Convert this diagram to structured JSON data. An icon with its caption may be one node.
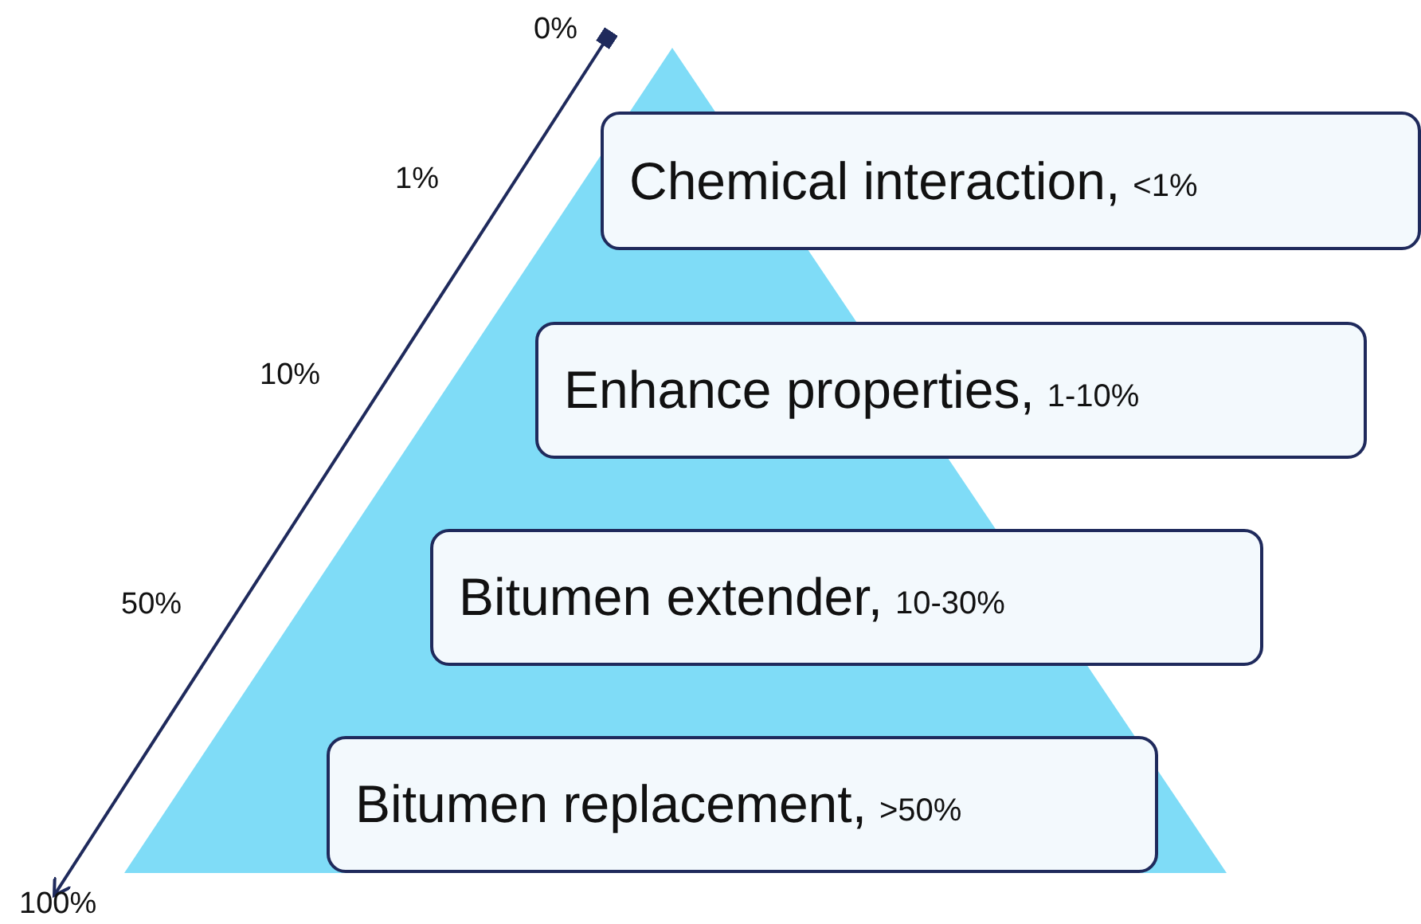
{
  "diagram": {
    "nodes": [
      {
        "text": [
          "Chemical interaction,",
          "<1%"
        ]
      },
      {
        "text": [
          "Enhance properties,",
          "1-10%"
        ]
      },
      {
        "text": [
          "Bitumen extender,",
          "10-30%"
        ]
      },
      {
        "text": [
          "Bitumen replacement,",
          ">50%"
        ]
      }
    ],
    "edges": [],
    "labels": [
      "0%",
      "1%",
      "10%",
      "50%",
      "100%"
    ]
  }
}
